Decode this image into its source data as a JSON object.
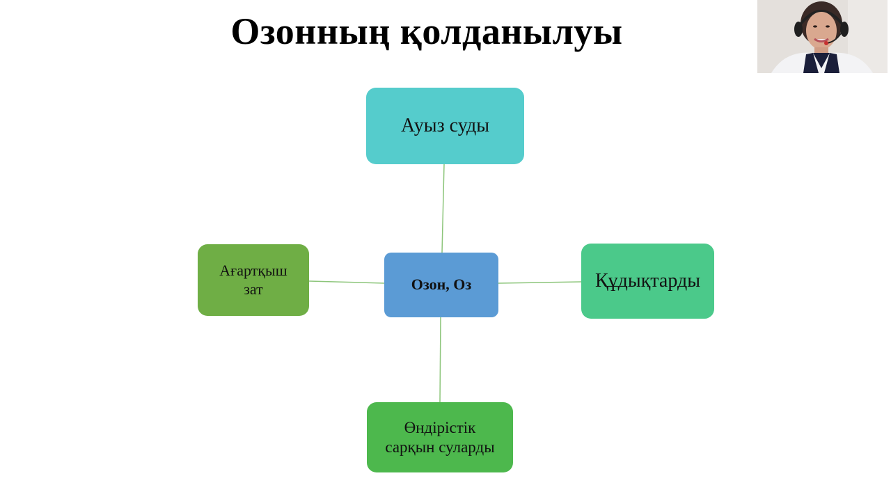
{
  "slide": {
    "title": "Озонның қолданылуы"
  },
  "diagram": {
    "center": {
      "label": "Озон, Оз",
      "color": "#5b9bd5"
    },
    "nodes": [
      {
        "id": "top",
        "label": "Ауыз суды",
        "color": "#55cccc"
      },
      {
        "id": "right",
        "label": "Құдықтарды",
        "color": "#4bc98a"
      },
      {
        "id": "bottom",
        "label": "Өндірістік\nсарқын суларды",
        "color": "#4db84d"
      },
      {
        "id": "left",
        "label": "Ағартқыш\nзат",
        "color": "#6fae45"
      }
    ],
    "connector_color": "#8cc57a"
  },
  "webcam": {
    "present": true
  }
}
